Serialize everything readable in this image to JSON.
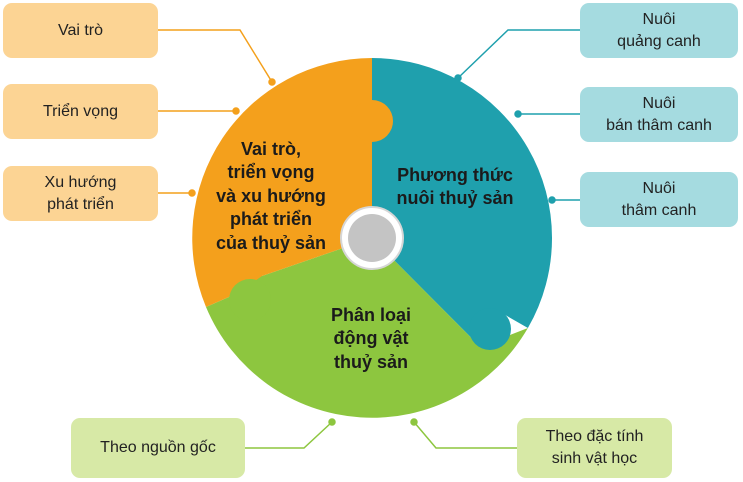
{
  "colors": {
    "orange": "#f4a01c",
    "teal": "#1fa0ad",
    "green": "#8dc63f",
    "box_orange": "#fcd494",
    "box_teal": "#a5dbe0",
    "box_green": "#d7e9a6"
  },
  "segments": {
    "orange": "Vai trò,\ntriển vọng\nvà xu hướng\nphát triển\ncủa thuỷ sản",
    "teal": "Phương thức\nnuôi thuỷ sản",
    "green": "Phân loại\nđộng vật\nthuỷ sản"
  },
  "left_boxes": [
    "Vai trò",
    "Triển vọng",
    "Xu hướng\nphát triển"
  ],
  "right_boxes": [
    "Nuôi\nquảng canh",
    "Nuôi\nbán thâm canh",
    "Nuôi\nthâm canh"
  ],
  "bottom_boxes": [
    "Theo nguồn gốc",
    "Theo đặc tính\nsinh vật học"
  ]
}
